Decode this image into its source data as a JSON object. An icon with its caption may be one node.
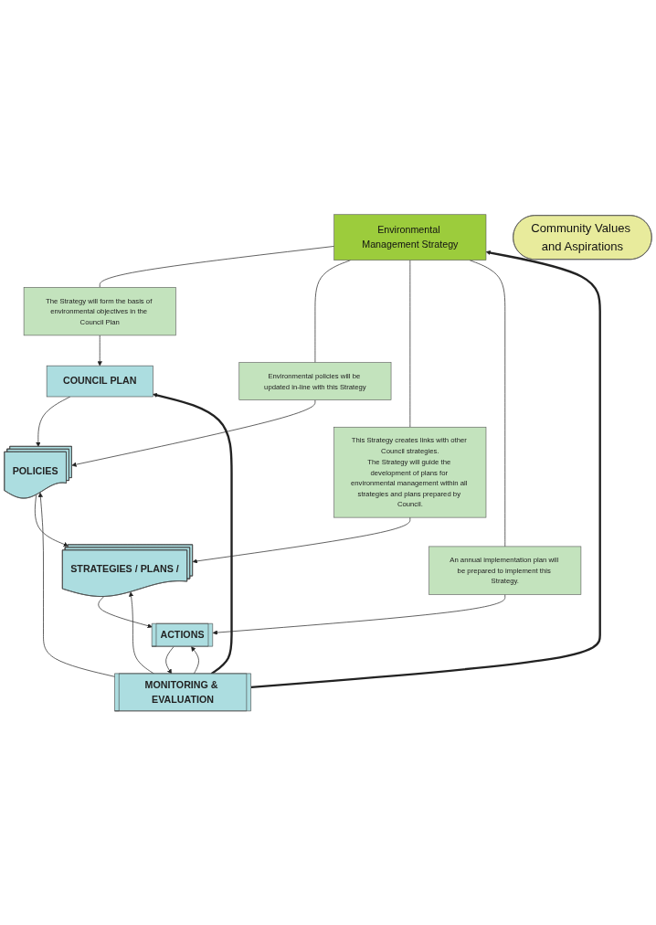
{
  "diagram": {
    "nodes": [
      {
        "text": [
          "Community Values and Aspirations"
        ]
      },
      {
        "text": [
          "Environmental Management Strategy"
        ]
      },
      {
        "text": [
          "The Strategy will form the basis of environmental objectives in the Council Plan"
        ]
      },
      {
        "text": [
          "COUNCIL PLAN"
        ]
      },
      {
        "text": [
          "Environmental policies will be updated in-line with this Strategy"
        ]
      },
      {
        "text": [
          "POLICIES"
        ]
      },
      {
        "text": [
          "This Strategy creates links with other Council strategies.",
          "The Strategy will guide the development of plans for environmental management within all strategies and plans prepared by Council."
        ]
      },
      {
        "text": [
          "STRATEGIES / PLANS /"
        ]
      },
      {
        "text": [
          "An annual implementation plan will be prepared to implement this Strategy."
        ]
      },
      {
        "text": [
          "ACTIONS"
        ]
      },
      {
        "text": [
          "MONITORING & EVALUATION"
        ]
      }
    ],
    "edges": [
      {
        "from": 1,
        "to": 2,
        "arrow": "none"
      },
      {
        "from": 2,
        "to": 3,
        "arrow": "to"
      },
      {
        "from": 1,
        "to": 4,
        "arrow": "none"
      },
      {
        "from": 4,
        "to": 5,
        "arrow": "to"
      },
      {
        "from": 1,
        "to": 6,
        "arrow": "none"
      },
      {
        "from": 6,
        "to": 7,
        "arrow": "to"
      },
      {
        "from": 1,
        "to": 8,
        "arrow": "none"
      },
      {
        "from": 8,
        "to": 9,
        "arrow": "to"
      },
      {
        "from": 3,
        "to": 5,
        "arrow": "to"
      },
      {
        "from": 5,
        "to": 7,
        "arrow": "to"
      },
      {
        "from": 7,
        "to": 9,
        "arrow": "to"
      },
      {
        "from": 9,
        "to": 10,
        "arrow": "to"
      },
      {
        "from": 10,
        "to": 1,
        "arrow": "to",
        "style": "thick"
      },
      {
        "from": 10,
        "to": 3,
        "arrow": "to",
        "style": "thick"
      },
      {
        "from": 10,
        "to": 5,
        "arrow": "to"
      },
      {
        "from": 10,
        "to": 7,
        "arrow": "to"
      },
      {
        "from": 10,
        "to": 9,
        "arrow": "to"
      }
    ]
  }
}
